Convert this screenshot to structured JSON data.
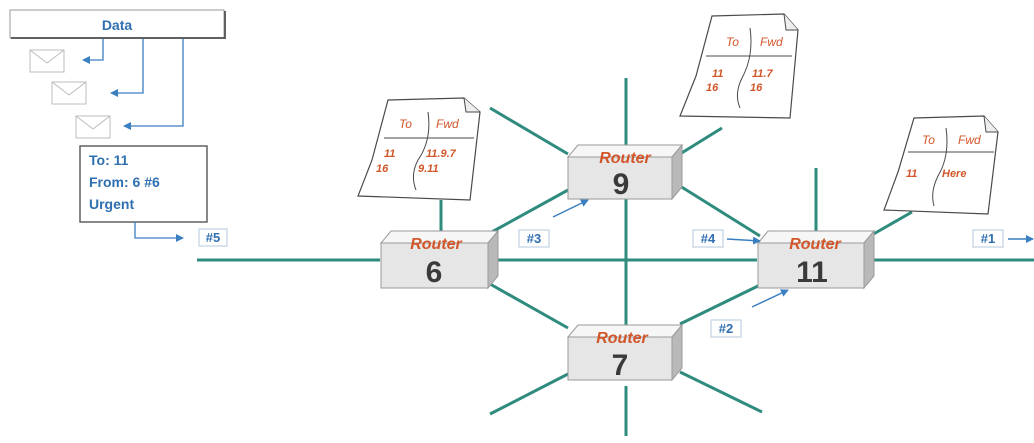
{
  "data_box": {
    "label": "Data"
  },
  "packet": {
    "to": "To: 11",
    "from": "From: 6 #6",
    "priority": "Urgent"
  },
  "routers": [
    {
      "label": "Router",
      "number": "6"
    },
    {
      "label": "Router",
      "number": "9"
    },
    {
      "label": "Router",
      "number": "11"
    },
    {
      "label": "Router",
      "number": "7"
    }
  ],
  "routing_tables": [
    {
      "header_to": "To",
      "header_fwd": "Fwd",
      "rows": [
        {
          "to": "11",
          "fwd": "11.9.7"
        },
        {
          "to": "16",
          "fwd": "9.11"
        }
      ]
    },
    {
      "header_to": "To",
      "header_fwd": "Fwd",
      "rows": [
        {
          "to": "11",
          "fwd": "11.7"
        },
        {
          "to": "16",
          "fwd": "16"
        }
      ]
    },
    {
      "header_to": "To",
      "header_fwd": "Fwd",
      "rows": [
        {
          "to": "11",
          "fwd": "Here"
        }
      ]
    }
  ],
  "hops": [
    "#5",
    "#3",
    "#4",
    "#2",
    "#1"
  ],
  "colors": {
    "link": "#2e8b7d",
    "arrow": "#3a7fc0",
    "router_label": "#d2562a",
    "router_face": "#e6e6e6"
  }
}
